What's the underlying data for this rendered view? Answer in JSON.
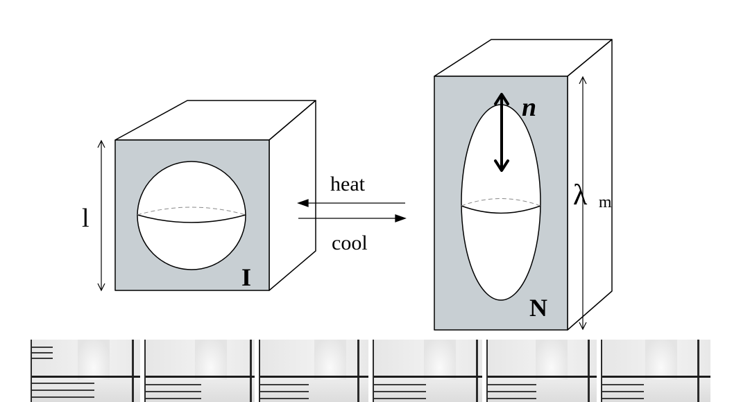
{
  "labels": {
    "heat": "heat",
    "cool": "cool",
    "size_left": "l",
    "phase_left": "I",
    "phase_right": "N",
    "director": "n",
    "lambda_symbol": "λ",
    "lambda_subscript": "m"
  },
  "colors": {
    "face": "#c8cfd3",
    "line": "#000000"
  },
  "icons": {
    "transition_arrows": "double-arrow-icon",
    "director_arrow": "double-headed-arrow-icon"
  },
  "photos": {
    "count": 6,
    "description_note": ""
  }
}
